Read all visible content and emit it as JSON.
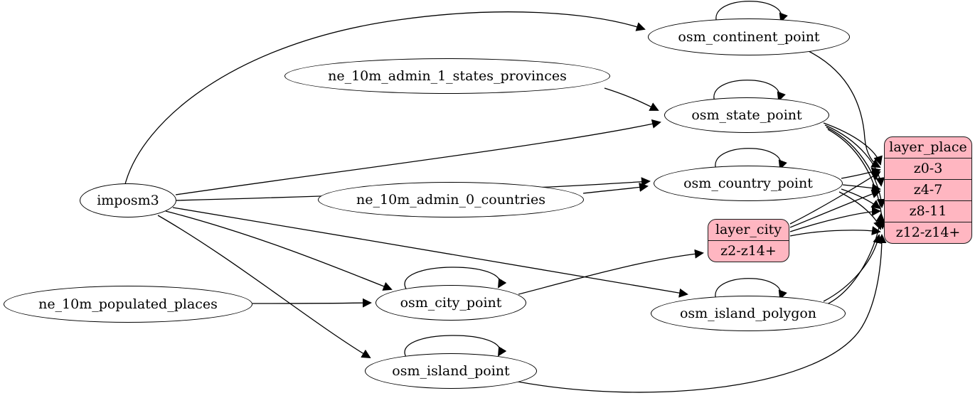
{
  "diagram": {
    "kind": "etl-dependency-graph",
    "colors": {
      "background": "#ffffff",
      "table_fill": "#ffffff",
      "layer_fill": "#ffb6c1",
      "stroke": "#000000"
    },
    "nodes": {
      "imposm3": "imposm3",
      "ne_10m_populated_places": "ne_10m_populated_places",
      "ne_10m_admin_1_states_provinces": "ne_10m_admin_1_states_provinces",
      "ne_10m_admin_0_countries": "ne_10m_admin_0_countries",
      "osm_continent_point": "osm_continent_point",
      "osm_state_point": "osm_state_point",
      "osm_country_point": "osm_country_point",
      "osm_city_point": "osm_city_point",
      "osm_island_point": "osm_island_point",
      "osm_island_polygon": "osm_island_polygon"
    },
    "layer_city": {
      "title": "layer_city",
      "rows": [
        "z2-z14+"
      ]
    },
    "layer_place": {
      "title": "layer_place",
      "rows": [
        "z0-3",
        "z4-7",
        "z8-11",
        "z12-z14+"
      ]
    },
    "edges": [
      {
        "from": "imposm3",
        "to": "osm_continent_point"
      },
      {
        "from": "imposm3",
        "to": "osm_state_point"
      },
      {
        "from": "imposm3",
        "to": "osm_country_point"
      },
      {
        "from": "imposm3",
        "to": "osm_city_point"
      },
      {
        "from": "imposm3",
        "to": "osm_island_point"
      },
      {
        "from": "imposm3",
        "to": "osm_island_polygon"
      },
      {
        "from": "ne_10m_admin_1_states_provinces",
        "to": "osm_state_point"
      },
      {
        "from": "ne_10m_admin_0_countries",
        "to": "osm_country_point"
      },
      {
        "from": "ne_10m_populated_places",
        "to": "osm_city_point"
      },
      {
        "from": "osm_continent_point",
        "to": "osm_continent_point"
      },
      {
        "from": "osm_state_point",
        "to": "osm_state_point"
      },
      {
        "from": "osm_country_point",
        "to": "osm_country_point"
      },
      {
        "from": "osm_city_point",
        "to": "osm_city_point"
      },
      {
        "from": "osm_island_point",
        "to": "osm_island_point"
      },
      {
        "from": "osm_island_polygon",
        "to": "osm_island_polygon"
      },
      {
        "from": "osm_continent_point",
        "to": "layer_place:z0-3"
      },
      {
        "from": "osm_state_point",
        "to": "layer_place:z0-3"
      },
      {
        "from": "osm_state_point",
        "to": "layer_place:z4-7"
      },
      {
        "from": "osm_state_point",
        "to": "layer_place:z8-11"
      },
      {
        "from": "osm_state_point",
        "to": "layer_place:z12-z14+"
      },
      {
        "from": "osm_country_point",
        "to": "layer_place:z0-3"
      },
      {
        "from": "osm_country_point",
        "to": "layer_place:z4-7"
      },
      {
        "from": "osm_country_point",
        "to": "layer_place:z8-11"
      },
      {
        "from": "osm_country_point",
        "to": "layer_place:z12-z14+"
      },
      {
        "from": "osm_city_point",
        "to": "layer_city:z2-z14+"
      },
      {
        "from": "layer_city",
        "to": "layer_place:z0-3"
      },
      {
        "from": "layer_city",
        "to": "layer_place:z4-7"
      },
      {
        "from": "layer_city",
        "to": "layer_place:z8-11"
      },
      {
        "from": "layer_city",
        "to": "layer_place:z12-z14+"
      },
      {
        "from": "osm_island_polygon",
        "to": "layer_place:z8-11"
      },
      {
        "from": "osm_island_polygon",
        "to": "layer_place:z12-z14+"
      },
      {
        "from": "osm_island_point",
        "to": "layer_place:z12-z14+"
      }
    ]
  }
}
